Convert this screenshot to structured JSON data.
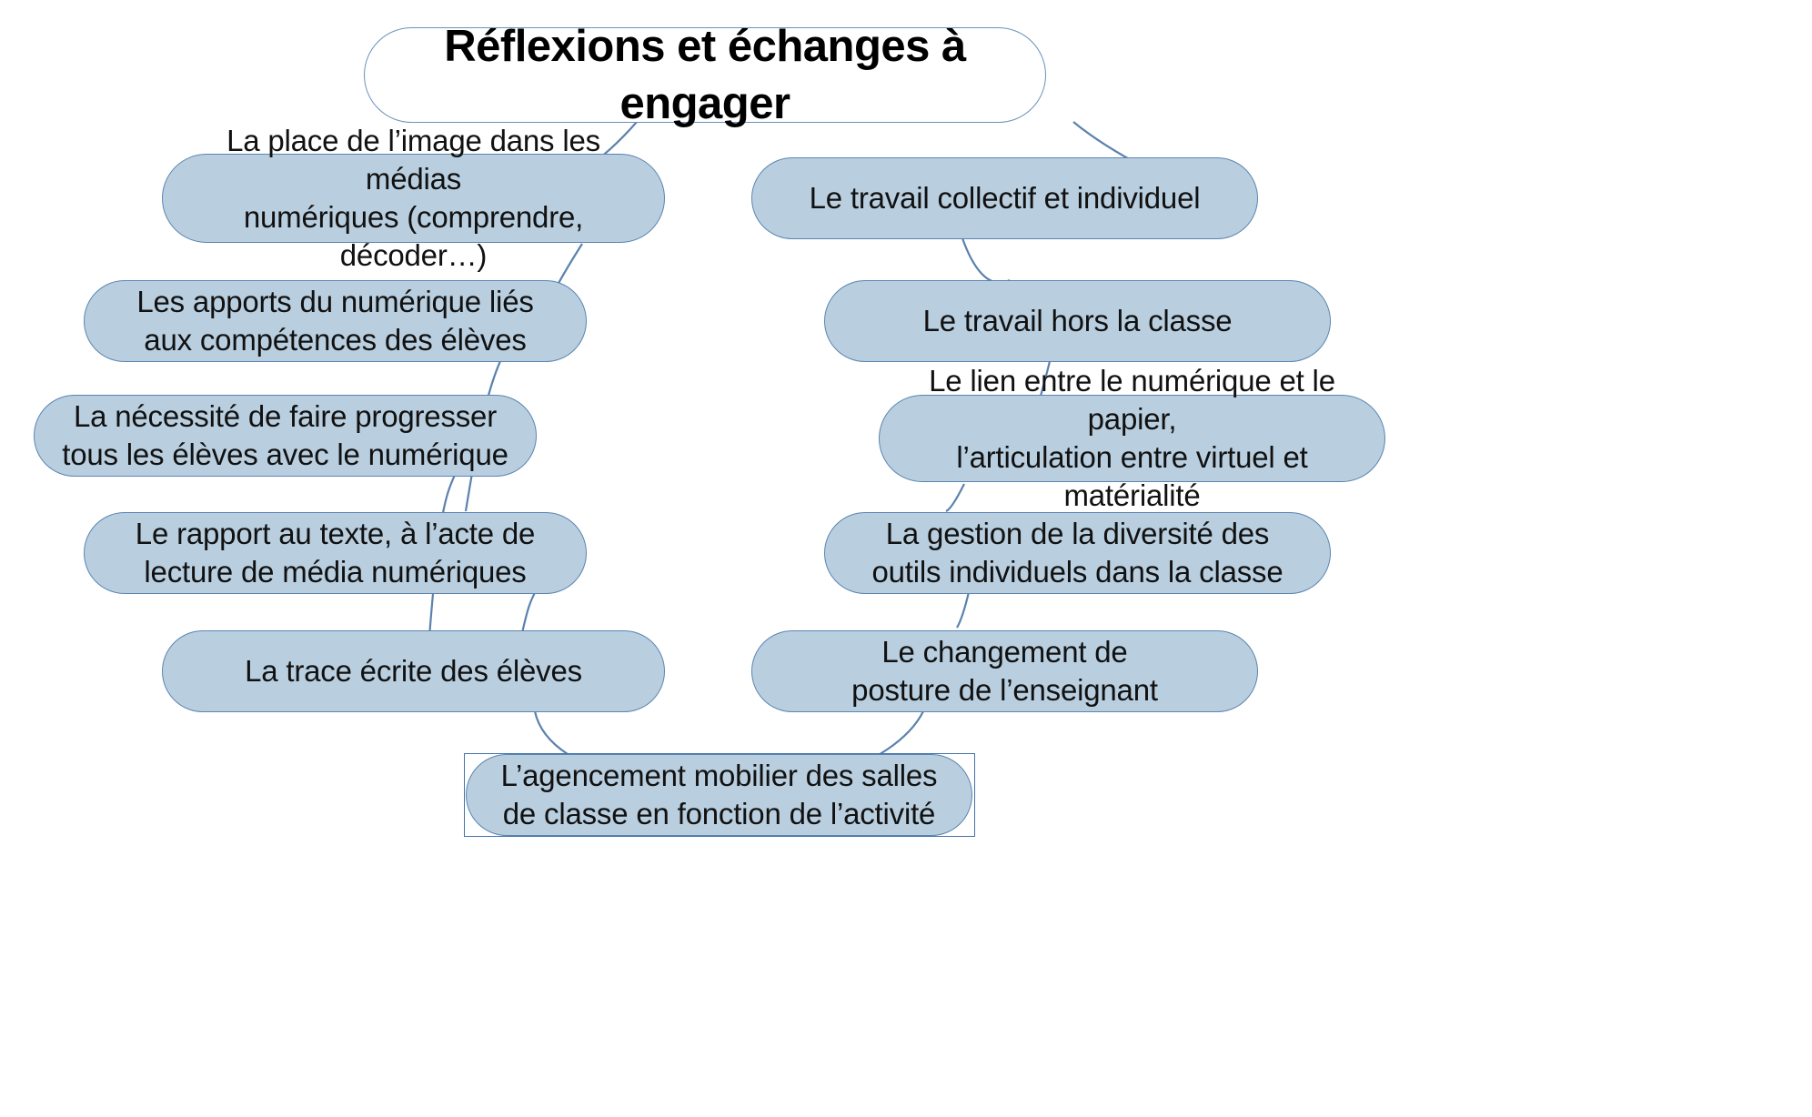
{
  "diagram": {
    "title": "Réflexions et échanges à engager",
    "type": "mind-map",
    "theme": {
      "node_fill": "#b9cfe0",
      "node_border": "#5b85b0",
      "root_fill": "#ffffff",
      "root_border": "#6a92ba",
      "connector_color": "#5b82ad",
      "text_color": "#111111",
      "selection_border": "#4472a8",
      "background": "#ffffff"
    },
    "root": {
      "label": "Réflexions et échanges à engager"
    },
    "left_branch": [
      {
        "label": "La place de l’image dans les médias\nnumériques (comprendre, décoder…)"
      },
      {
        "label": "Les apports du numérique liés\naux compétences des élèves"
      },
      {
        "label": "La nécessité de faire progresser\ntous les élèves avec le numérique"
      },
      {
        "label": "Le rapport au texte, à l’acte de\nlecture de média numériques"
      },
      {
        "label": "La trace écrite des élèves"
      }
    ],
    "right_branch": [
      {
        "label": "Le travail collectif et individuel"
      },
      {
        "label": "Le travail hors la classe"
      },
      {
        "label": "Le lien entre le numérique et le papier,\nl’articulation entre virtuel et matérialité"
      },
      {
        "label": "La gestion de la diversité des\noutils individuels dans la classe"
      },
      {
        "label": "Le changement de\nposture de l’enseignant"
      }
    ],
    "bottom": {
      "label": "L’agencement mobilier des salles\nde classe en fonction de l’activité",
      "selected": true
    }
  }
}
